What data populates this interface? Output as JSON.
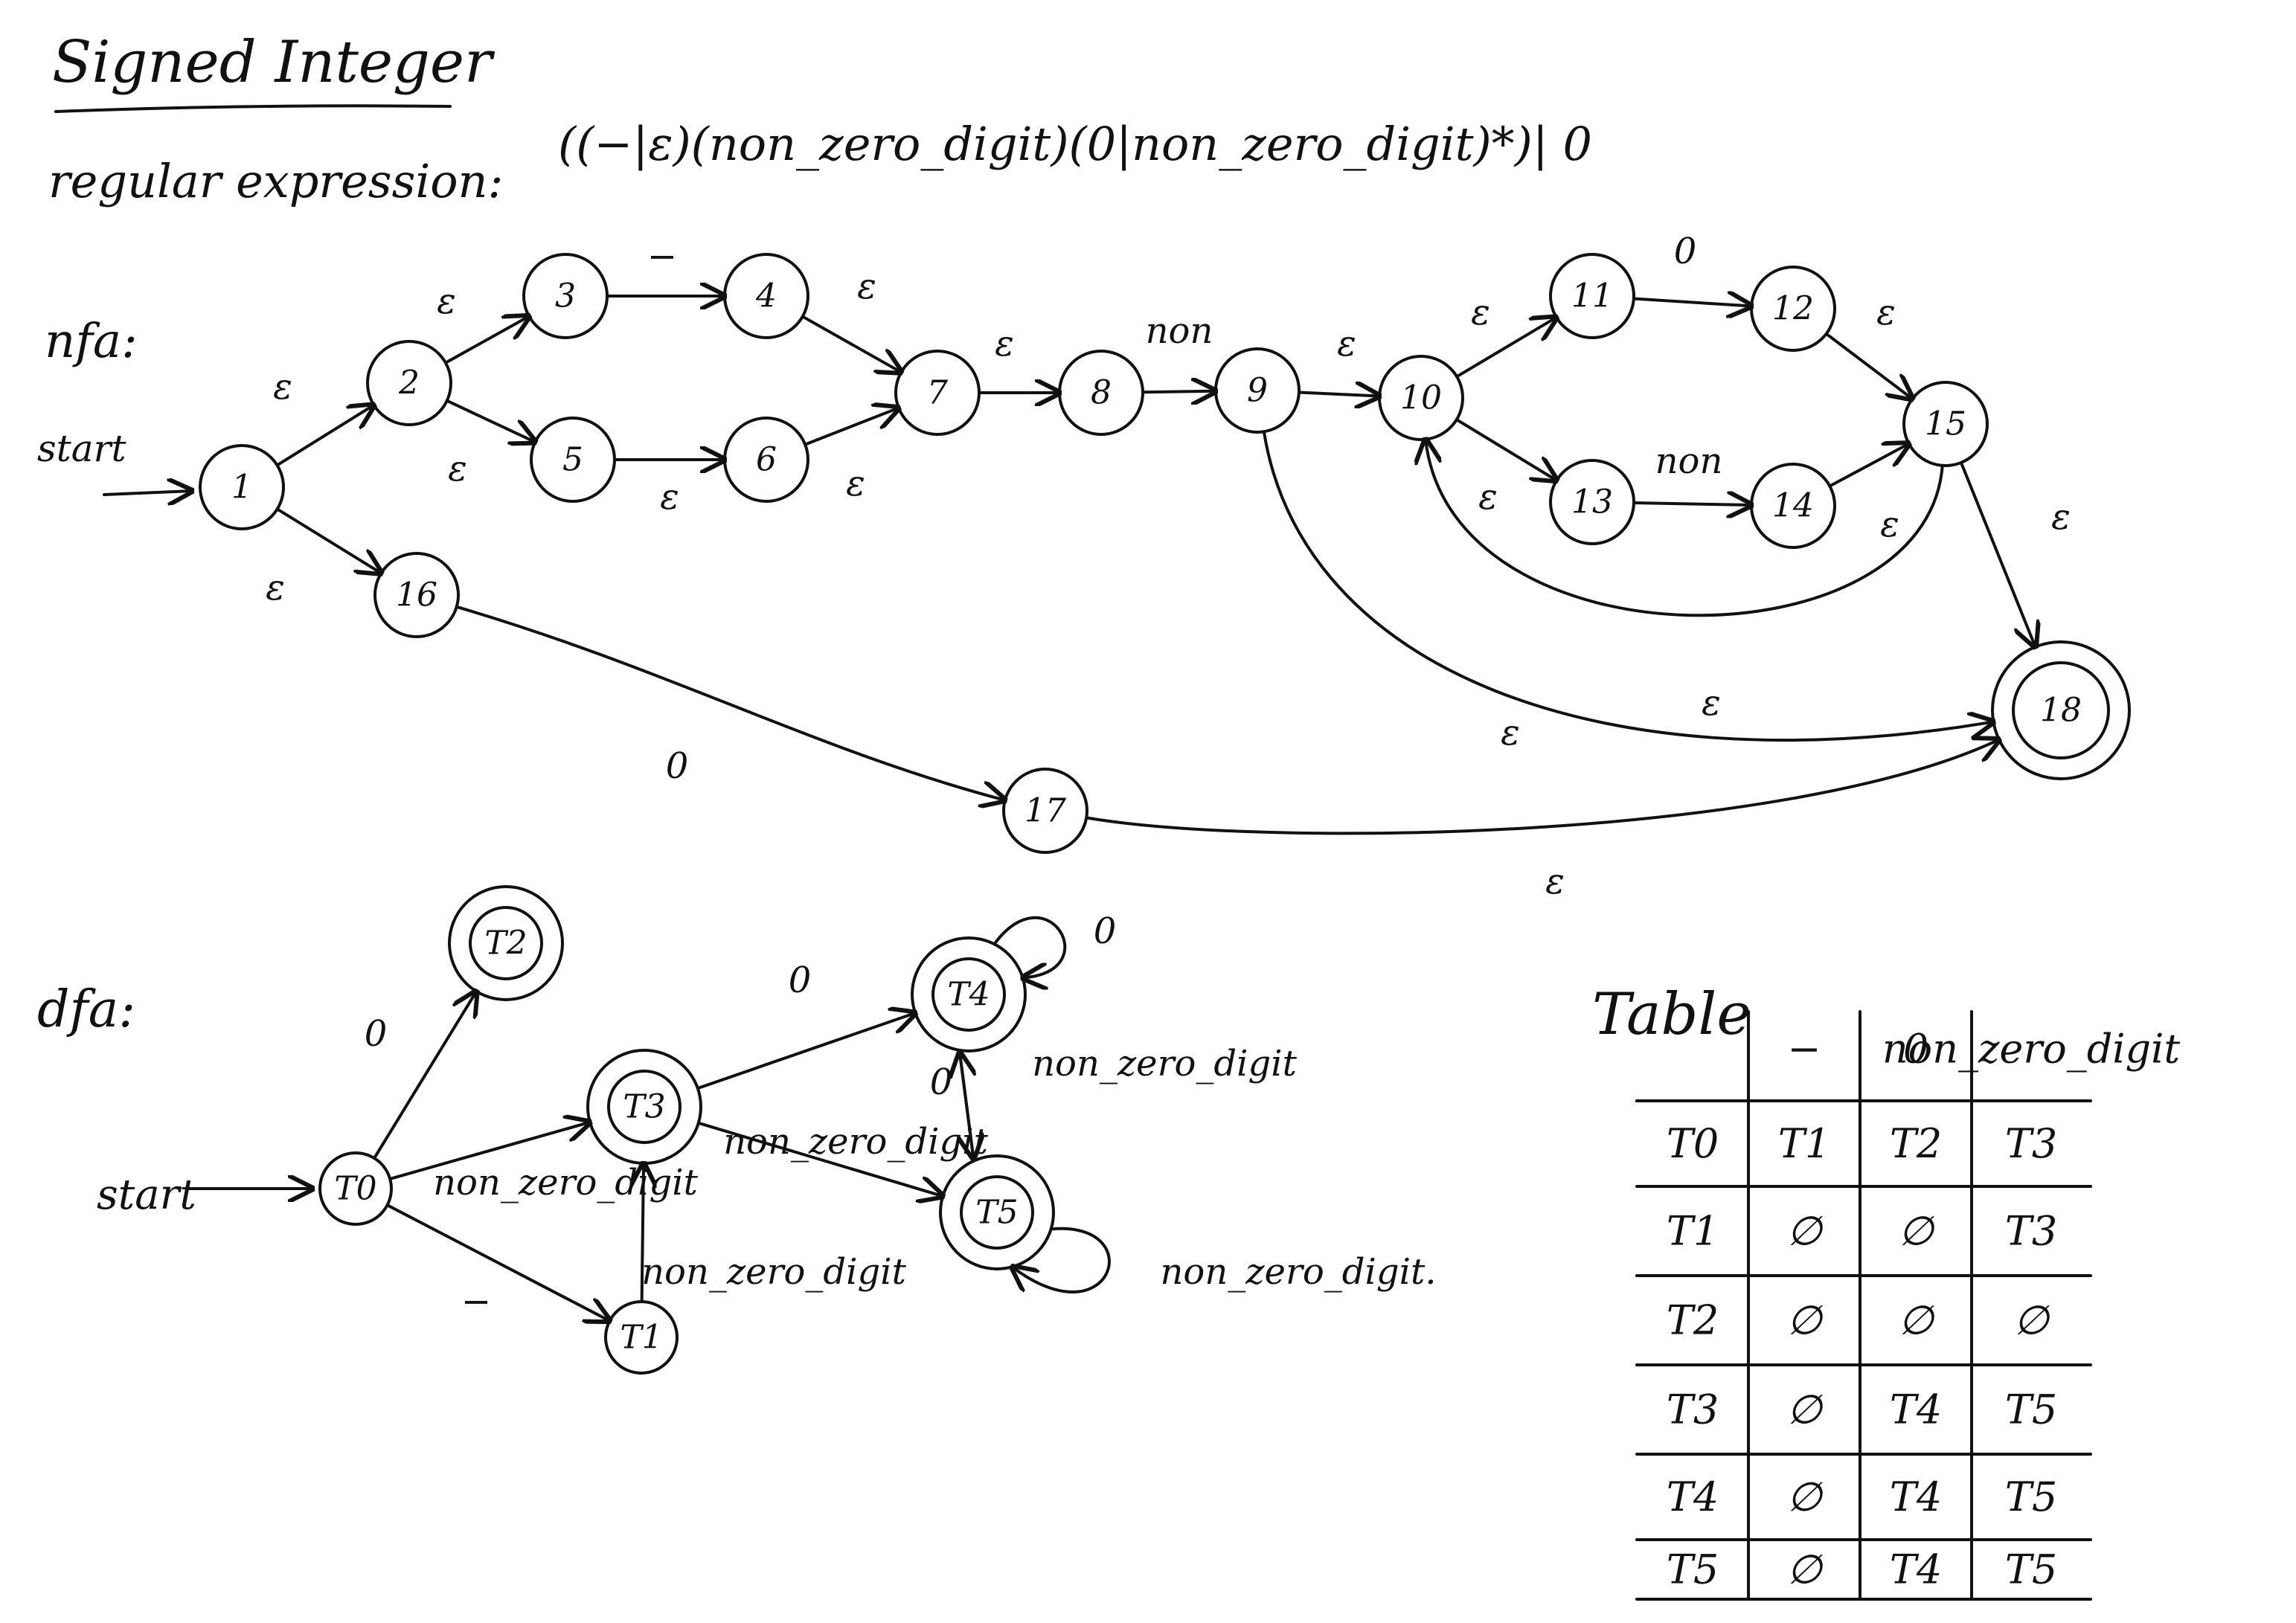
{
  "title": "Signed Integer",
  "regex": {
    "label": "regular expression:",
    "expression": "((−|ε)(non_zero_digit)(0|non_zero_digit)*)| 0"
  },
  "nfa": {
    "label": "nfa:",
    "start_label": "start",
    "states": [
      "1",
      "2",
      "3",
      "4",
      "5",
      "6",
      "7",
      "8",
      "9",
      "10",
      "11",
      "12",
      "13",
      "14",
      "15",
      "16",
      "17",
      "18"
    ],
    "accepting": [
      "18"
    ],
    "transitions": [
      {
        "from": "1",
        "to": "2",
        "label": "ε"
      },
      {
        "from": "2",
        "to": "3",
        "label": "ε"
      },
      {
        "from": "3",
        "to": "4",
        "label": "−"
      },
      {
        "from": "4",
        "to": "7",
        "label": "ε"
      },
      {
        "from": "2",
        "to": "5",
        "label": "ε"
      },
      {
        "from": "5",
        "to": "6",
        "label": "ε"
      },
      {
        "from": "6",
        "to": "7",
        "label": "ε"
      },
      {
        "from": "7",
        "to": "8",
        "label": "ε"
      },
      {
        "from": "8",
        "to": "9",
        "label": "non"
      },
      {
        "from": "9",
        "to": "10",
        "label": "ε"
      },
      {
        "from": "10",
        "to": "11",
        "label": "ε"
      },
      {
        "from": "11",
        "to": "12",
        "label": "0"
      },
      {
        "from": "12",
        "to": "15",
        "label": "ε"
      },
      {
        "from": "10",
        "to": "13",
        "label": "ε"
      },
      {
        "from": "13",
        "to": "14",
        "label": "non"
      },
      {
        "from": "14",
        "to": "15",
        "label": "ε"
      },
      {
        "from": "15",
        "to": "18",
        "label": "ε"
      },
      {
        "from": "15",
        "to": "10",
        "label": "ε"
      },
      {
        "from": "9",
        "to": "18",
        "label": "ε"
      },
      {
        "from": "1",
        "to": "16",
        "label": "ε"
      },
      {
        "from": "16",
        "to": "17",
        "label": "0"
      },
      {
        "from": "17",
        "to": "18",
        "label": "ε"
      }
    ]
  },
  "dfa": {
    "label": "dfa:",
    "start_label": "start",
    "states": [
      "T0",
      "T1",
      "T2",
      "T3",
      "T4",
      "T5"
    ],
    "accepting": [
      "T2",
      "T3",
      "T4",
      "T5"
    ],
    "transitions": [
      {
        "from": "T0",
        "to": "T2",
        "label": "0"
      },
      {
        "from": "T0",
        "to": "T3",
        "label": "non_zero_digit"
      },
      {
        "from": "T0",
        "to": "T1",
        "label": "−"
      },
      {
        "from": "T1",
        "to": "T3",
        "label": "non_zero_digit"
      },
      {
        "from": "T3",
        "to": "T4",
        "label": "0"
      },
      {
        "from": "T3",
        "to": "T5",
        "label": "non_zero_digit"
      },
      {
        "from": "T4",
        "to": "T4",
        "label": "0"
      },
      {
        "from": "T4",
        "to": "T5",
        "label": "non_zero_digit"
      },
      {
        "from": "T5",
        "to": "T4",
        "label": "0"
      },
      {
        "from": "T5",
        "to": "T5",
        "label": "non_zero_digit."
      }
    ]
  },
  "table": {
    "title": "Table",
    "headers": [
      "−",
      "0",
      "non_zero_digit"
    ],
    "rows": [
      {
        "state": "T0",
        "cells": [
          "T1",
          "T2",
          "T3"
        ]
      },
      {
        "state": "T1",
        "cells": [
          "∅",
          "∅",
          "T3"
        ]
      },
      {
        "state": "T2",
        "cells": [
          "∅",
          "∅",
          "∅"
        ]
      },
      {
        "state": "T3",
        "cells": [
          "∅",
          "T4",
          "T5"
        ]
      },
      {
        "state": "T4",
        "cells": [
          "∅",
          "T4",
          "T5"
        ]
      },
      {
        "state": "T5",
        "cells": [
          "∅",
          "T4",
          "T5"
        ]
      }
    ]
  }
}
